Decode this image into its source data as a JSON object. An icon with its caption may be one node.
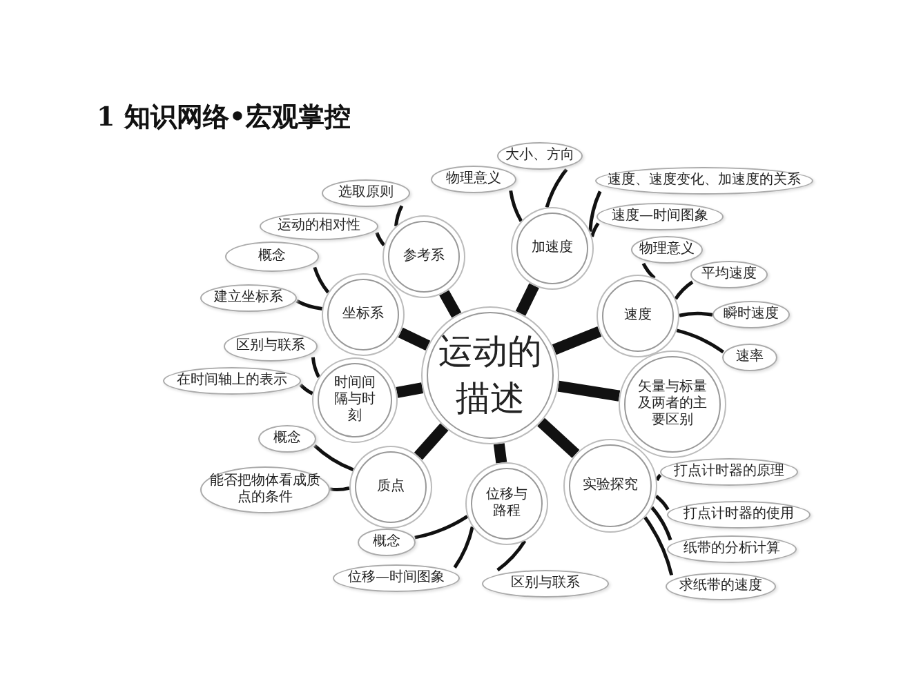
{
  "diagram": {
    "title": "1 知识网络•宏观掌控",
    "nodes": [
      {
        "text": [
          "运动的描述"
        ]
      },
      {
        "text": [
          "参考系"
        ]
      },
      {
        "text": [
          "选取原则"
        ]
      },
      {
        "text": [
          "运动的相对性"
        ]
      },
      {
        "text": [
          "加速度"
        ]
      },
      {
        "text": [
          "物理意义"
        ]
      },
      {
        "text": [
          "大小、方向"
        ]
      },
      {
        "text": [
          "速度、速度变化、加速度的关系"
        ]
      },
      {
        "text": [
          "速度—时间图象"
        ]
      },
      {
        "text": [
          "坐标系"
        ]
      },
      {
        "text": [
          "概念"
        ]
      },
      {
        "text": [
          "建立坐标系"
        ]
      },
      {
        "text": [
          "时间间隔与时刻"
        ]
      },
      {
        "text": [
          "区别与联系"
        ]
      },
      {
        "text": [
          "在时间轴上的表示"
        ]
      },
      {
        "text": [
          "速度"
        ]
      },
      {
        "text": [
          "物理意义"
        ]
      },
      {
        "text": [
          "平均速度"
        ]
      },
      {
        "text": [
          "瞬时速度"
        ]
      },
      {
        "text": [
          "速率"
        ]
      },
      {
        "text": [
          "矢量与标量及两者的主要区别"
        ]
      },
      {
        "text": [
          "质点"
        ]
      },
      {
        "text": [
          "概念"
        ]
      },
      {
        "text": [
          "能否把物体看成质点的条件"
        ]
      },
      {
        "text": [
          "位移与路程"
        ]
      },
      {
        "text": [
          "概念"
        ]
      },
      {
        "text": [
          "位移—时间图象"
        ]
      },
      {
        "text": [
          "区别与联系"
        ]
      },
      {
        "text": [
          "实验探究"
        ]
      },
      {
        "text": [
          "打点计时器的原理"
        ]
      },
      {
        "text": [
          "打点计时器的使用"
        ]
      },
      {
        "text": [
          "纸带的分析计算"
        ]
      },
      {
        "text": [
          "求纸带的速度"
        ]
      }
    ],
    "edges": [
      {
        "from": 0,
        "to": 1,
        "arrow": "none",
        "style": "thick"
      },
      {
        "from": 0,
        "to": 4,
        "arrow": "none",
        "style": "thick"
      },
      {
        "from": 0,
        "to": 9,
        "arrow": "none",
        "style": "thick"
      },
      {
        "from": 0,
        "to": 12,
        "arrow": "none",
        "style": "thick"
      },
      {
        "from": 0,
        "to": 15,
        "arrow": "none",
        "style": "thick"
      },
      {
        "from": 0,
        "to": 20,
        "arrow": "none",
        "style": "thick"
      },
      {
        "from": 0,
        "to": 21,
        "arrow": "none",
        "style": "thick"
      },
      {
        "from": 0,
        "to": 24,
        "arrow": "none",
        "style": "thick"
      },
      {
        "from": 0,
        "to": 28,
        "arrow": "none",
        "style": "thick"
      },
      {
        "from": 1,
        "to": 2,
        "arrow": "none"
      },
      {
        "from": 1,
        "to": 3,
        "arrow": "none"
      },
      {
        "from": 4,
        "to": 5,
        "arrow": "none"
      },
      {
        "from": 4,
        "to": 6,
        "arrow": "none"
      },
      {
        "from": 4,
        "to": 7,
        "arrow": "none"
      },
      {
        "from": 4,
        "to": 8,
        "arrow": "none"
      },
      {
        "from": 9,
        "to": 10,
        "arrow": "none"
      },
      {
        "from": 9,
        "to": 11,
        "arrow": "none"
      },
      {
        "from": 12,
        "to": 13,
        "arrow": "none"
      },
      {
        "from": 12,
        "to": 14,
        "arrow": "none"
      },
      {
        "from": 15,
        "to": 16,
        "arrow": "none"
      },
      {
        "from": 15,
        "to": 17,
        "arrow": "none"
      },
      {
        "from": 15,
        "to": 18,
        "arrow": "none"
      },
      {
        "from": 15,
        "to": 19,
        "arrow": "none"
      },
      {
        "from": 21,
        "to": 22,
        "arrow": "none"
      },
      {
        "from": 21,
        "to": 23,
        "arrow": "none"
      },
      {
        "from": 24,
        "to": 25,
        "arrow": "none"
      },
      {
        "from": 24,
        "to": 26,
        "arrow": "none"
      },
      {
        "from": 24,
        "to": 27,
        "arrow": "none"
      },
      {
        "from": 28,
        "to": 29,
        "arrow": "none"
      },
      {
        "from": 28,
        "to": 30,
        "arrow": "none"
      },
      {
        "from": 28,
        "to": 31,
        "arrow": "none"
      },
      {
        "from": 28,
        "to": 32,
        "arrow": "none"
      }
    ]
  }
}
